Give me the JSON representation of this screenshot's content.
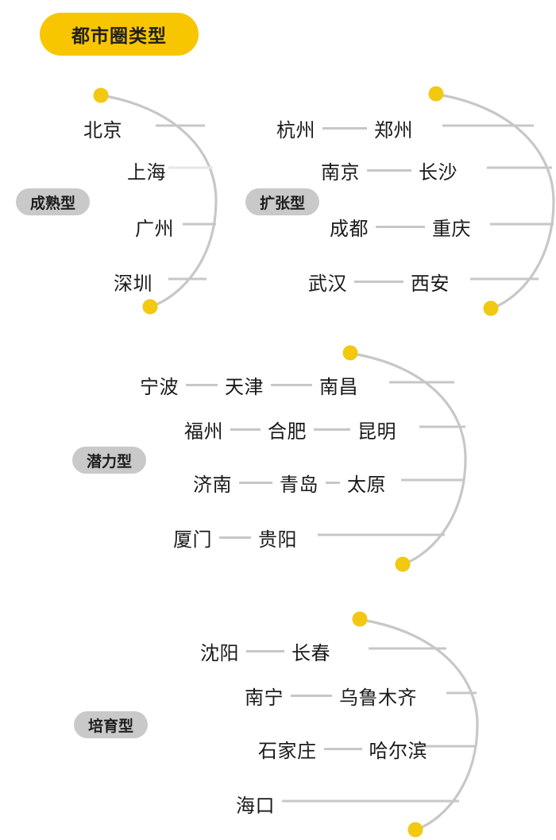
{
  "title": {
    "label": "都市圈类型",
    "badge_color": "#F7C600",
    "text_color": "#231f1a"
  },
  "theme": {
    "dot_color": "#F2C811",
    "line_color": "#c7c7c7",
    "pill_color": "#c9c9c9",
    "background": "#ffffff"
  },
  "groups": [
    {
      "label": "成熟型",
      "rows": [
        {
          "cities": [
            "北京"
          ]
        },
        {
          "cities": [
            "上海"
          ]
        },
        {
          "cities": [
            "广州"
          ]
        },
        {
          "cities": [
            "深圳"
          ]
        }
      ]
    },
    {
      "label": "扩张型",
      "rows": [
        {
          "cities": [
            "杭州",
            "郑州"
          ]
        },
        {
          "cities": [
            "南京",
            "长沙"
          ]
        },
        {
          "cities": [
            "成都",
            "重庆"
          ]
        },
        {
          "cities": [
            "武汉",
            "西安"
          ]
        }
      ]
    },
    {
      "label": "潜力型",
      "rows": [
        {
          "cities": [
            "宁波",
            "天津",
            "南昌"
          ]
        },
        {
          "cities": [
            "福州",
            "合肥",
            "昆明"
          ]
        },
        {
          "cities": [
            "济南",
            "青岛",
            "太原"
          ]
        },
        {
          "cities": [
            "厦门",
            "贵阳"
          ]
        }
      ]
    },
    {
      "label": "培育型",
      "rows": [
        {
          "cities": [
            "沈阳",
            "长春"
          ]
        },
        {
          "cities": [
            "南宁",
            "乌鲁木齐"
          ]
        },
        {
          "cities": [
            "石家庄",
            "哈尔滨"
          ]
        },
        {
          "cities": [
            "海口"
          ]
        }
      ]
    }
  ]
}
